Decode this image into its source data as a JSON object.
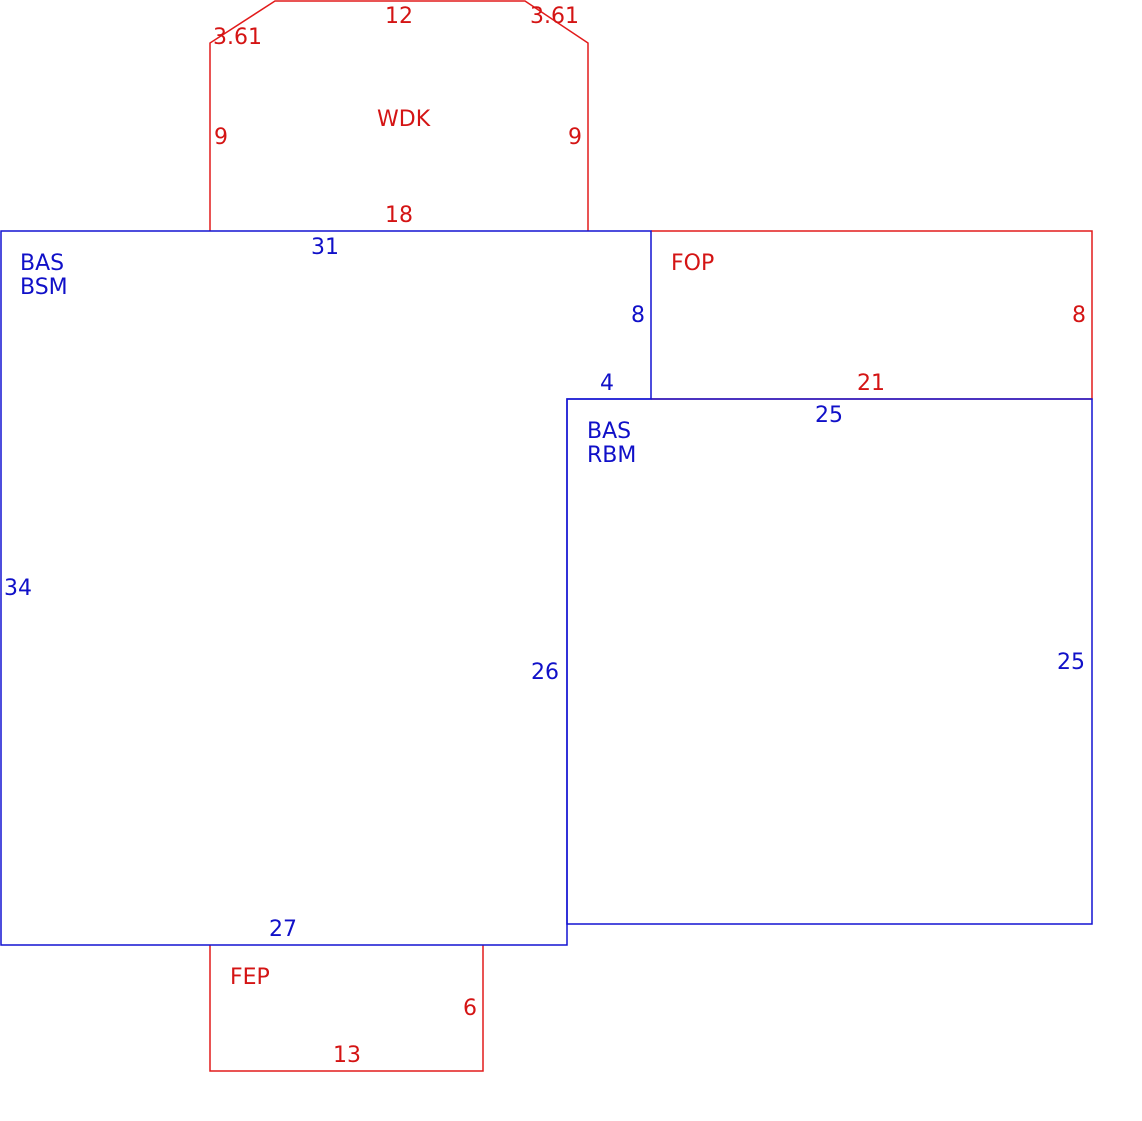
{
  "colors": {
    "red": "#e21b1b",
    "blue": "#1414d2"
  },
  "areas": {
    "wdk": {
      "code": "WDK",
      "dims": {
        "top": "12",
        "top_left_diag": "3.61",
        "top_right_diag": "3.61",
        "left": "9",
        "right": "9",
        "bottom": "18"
      }
    },
    "bas_bsm": {
      "code1": "BAS",
      "code2": "BSM",
      "dims": {
        "top": "31",
        "right_upper": "8",
        "step": "4",
        "left": "34",
        "right_lower": "26",
        "bottom": "27"
      }
    },
    "fop": {
      "code": "FOP",
      "dims": {
        "right": "8",
        "bottom": "21"
      }
    },
    "bas_rbm": {
      "code1": "BAS",
      "code2": "RBM",
      "dims": {
        "top": "25",
        "right": "25"
      }
    },
    "fep": {
      "code": "FEP",
      "dims": {
        "right": "6",
        "bottom": "13"
      }
    }
  }
}
